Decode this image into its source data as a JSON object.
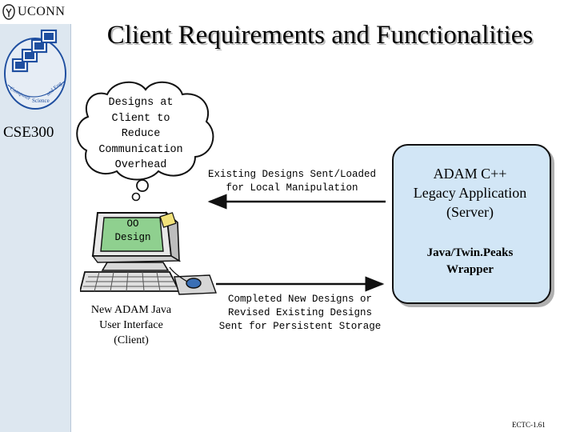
{
  "header": {
    "logo_text": "UCONN",
    "course": "CSE300",
    "title": "Client Requirements and Functionalities"
  },
  "diagram": {
    "thought_bubble": [
      "Designs at",
      "Client to",
      "Reduce",
      "Communication",
      "Overhead"
    ],
    "monitor_text": [
      "OO",
      "Design"
    ],
    "client_label": [
      "New ADAM Java",
      "User Interface",
      "(Client)"
    ],
    "arrow_to_client_label": [
      "Existing Designs Sent/Loaded",
      "for Local Manipulation"
    ],
    "arrow_to_server_label": [
      "Completed New Designs or",
      "Revised Existing Designs",
      "Sent for Persistent Storage"
    ],
    "server": [
      "ADAM C++",
      "Legacy Application",
      "(Server)"
    ],
    "wrapper": [
      "Java/Twin.Peaks",
      "Wrapper"
    ]
  },
  "footer": {
    "slide_code": "ECTC-1.61"
  },
  "colors": {
    "sidebar": "#dde7f0",
    "server_box": "#d2e6f6",
    "monitor_screen": "#8fd08f",
    "seal_blue": "#1f4fa0"
  }
}
